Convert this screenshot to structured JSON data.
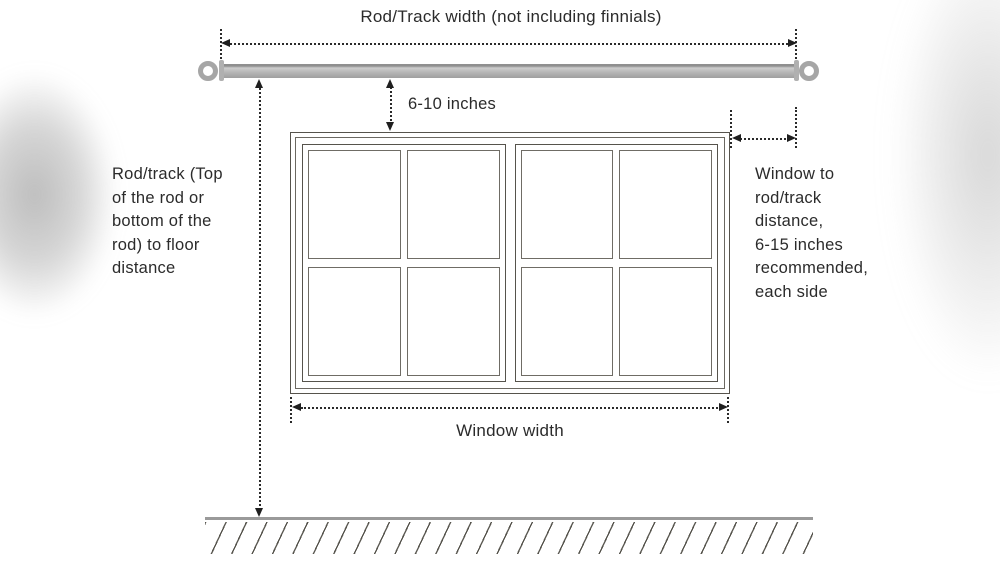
{
  "diagram": {
    "title": "Rod/Track width (not including finnials)",
    "annotations": {
      "rod_gap": "6-10 inches",
      "rod_to_floor": "Rod/track (Top\nof the rod or\nbottom of the\nrod) to floor\ndistance",
      "window_to_rod": "Window to\nrod/track\ndistance,\n6-15 inches\nrecommended,\neach side",
      "window_width": "Window width"
    },
    "structure": {
      "window_sashes": 2,
      "panes_per_sash": 4
    },
    "colors": {
      "text": "#2b2b2b",
      "arrow_and_dotted_line": "#1f1f1f",
      "window_frame_line": "#56534c",
      "rod_gray": "#b7b7b7",
      "finial_ring_gray": "#a6a6a6",
      "floor_line_gray": "#9a9a9a",
      "floor_hatch": "#57554e",
      "background": "#ffffff"
    },
    "icons": {
      "arrowheads": "triangle",
      "finials": "ring"
    }
  }
}
